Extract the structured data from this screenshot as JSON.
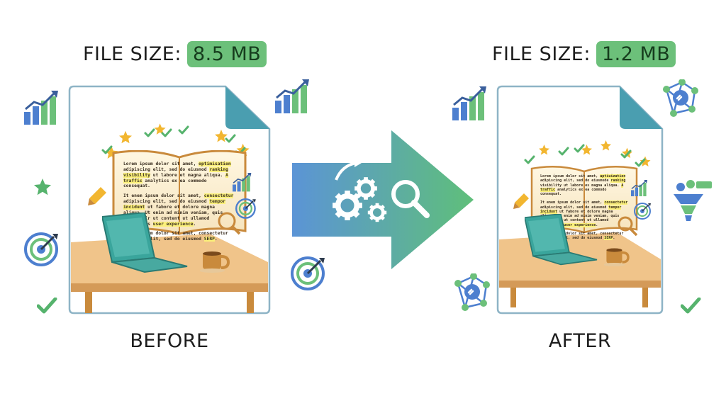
{
  "before": {
    "size_label": "FILE SIZE:",
    "size_value": "8.5 MB",
    "caption": "BEFORE",
    "paragraphs": [
      [
        "Lorem ipsum dolor sit amet, ",
        "optimisation",
        " adipiscing elit, sed do eiusmod ",
        "ranking visibility",
        " ut labore et magna aliqua. ",
        "A traffic",
        " analytics ex ea commodo consequat."
      ],
      [
        "It enem ipsum dolor sit amet, ",
        "consectetur",
        " adipiscing elit, sed do eiusmod ",
        "tempor incidunt",
        " ut fabore et dolore magna aliqua. Ut enim ad minim veniam, quis sentra mir ut content ut ullamod strategies ",
        "user experience",
        "."
      ],
      [
        "Lorem ipsum dolor sit amet, consectetur ut dolor elit, sed do eiusmod ",
        "SERP",
        "."
      ]
    ]
  },
  "after": {
    "size_label": "FILE SIZE:",
    "size_value": "1.2 MB",
    "caption": "AFTER",
    "paragraphs": [
      [
        "Lorem ipsum dolor sit amet, ",
        "aptiuization",
        " adipiscing elit, sed do eiusmode ",
        "ranking",
        " visibility ut labore es magna aliqua. ",
        "A traffic",
        " analytics ex ea commodo consequat."
      ],
      [
        "It enem ipsum dolor sit amet, ",
        "consectetur",
        " adipiscing elit, sed do eiusmod ",
        "tempor incidunt",
        " ut fabore et dolore magna aliqua. Ut enim ad minim veniam, quis sentra mir ut content ut ullamod strategies ",
        "user experience",
        "."
      ],
      [
        "Lorem ipsum dolor sit amet, consectetur ut dolor elit, sed do eiusmod ",
        "SERP",
        "."
      ]
    ]
  },
  "colors": {
    "pill": "#6cc07a",
    "doc_fold": "#4a9eb0",
    "arrow_start": "#5b94d6",
    "arrow_end": "#5fbf7a",
    "check": "#56b36d",
    "star": "#f2b630"
  },
  "icons": [
    "bar-chart-icon",
    "target-icon",
    "star-icon",
    "check-icon",
    "network-icon",
    "funnel-icon",
    "gears-icon",
    "magnifier-icon",
    "laptop-icon",
    "coffee-icon",
    "book-icon"
  ]
}
